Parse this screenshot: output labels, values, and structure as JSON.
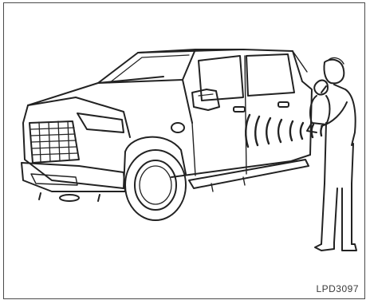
{
  "figure": {
    "code": "LPD3097",
    "colors": {
      "line": "#222222",
      "frame": "#4a4a4a",
      "background": "#ffffff"
    },
    "subjects": [
      "pickup-truck",
      "person-holding-child",
      "sensor-signal-waves"
    ]
  }
}
